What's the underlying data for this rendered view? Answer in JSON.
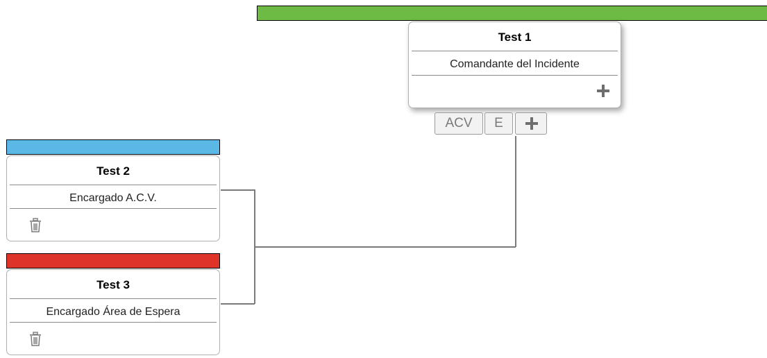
{
  "nodes": {
    "root": {
      "title": "Test 1",
      "role": "Comandante del Incidente",
      "color": "#6dbb45",
      "add_icon": "plus-icon"
    },
    "child1": {
      "title": "Test 2",
      "role": "Encargado A.C.V.",
      "color": "#5bb8e6",
      "delete_icon": "trash-icon"
    },
    "child2": {
      "title": "Test 3",
      "role": "Encargado Área de Espera",
      "color": "#dd3329",
      "delete_icon": "trash-icon"
    }
  },
  "tabs": {
    "acv_label": "ACV",
    "e_label": "E",
    "add_icon": "plus-icon"
  }
}
